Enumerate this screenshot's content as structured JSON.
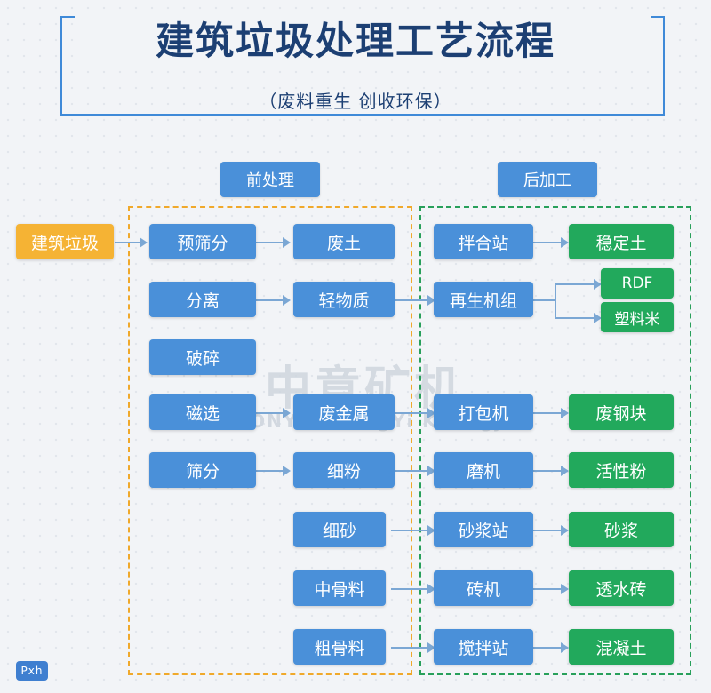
{
  "header": {
    "title": "建筑垃圾处理工艺流程",
    "subtitle": "（废料重生  创收环保）"
  },
  "watermark": {
    "line1": "中意矿机",
    "line2": "ZOONYE  ZhongYi Kuangji"
  },
  "groups": {
    "pre_label": "前处理",
    "post_label": "后加工"
  },
  "logo": {
    "text": "Pxh"
  },
  "nodes": {
    "source": "建筑垃圾",
    "pre_col1": [
      "预筛分",
      "分离",
      "破碎",
      "磁选",
      "筛分"
    ],
    "pre_col2": [
      "废土",
      "轻物质",
      "废金属",
      "细粉",
      "细砂",
      "中骨料",
      "粗骨料"
    ],
    "post_col1": [
      "拌合站",
      "再生机组",
      "打包机",
      "磨机",
      "砂浆站",
      "砖机",
      "搅拌站"
    ],
    "post_col2": [
      "稳定土",
      "RDF",
      "塑料米",
      "废钢块",
      "活性粉",
      "砂浆",
      "透水砖",
      "混凝土"
    ]
  },
  "colors": {
    "blue": "#4a90d9",
    "green": "#22a95c",
    "orange": "#f5b334",
    "dashed_pre": "#f0a92b",
    "dashed_post": "#28a05a",
    "title": "#1c3f73",
    "background": "#f2f4f7"
  }
}
